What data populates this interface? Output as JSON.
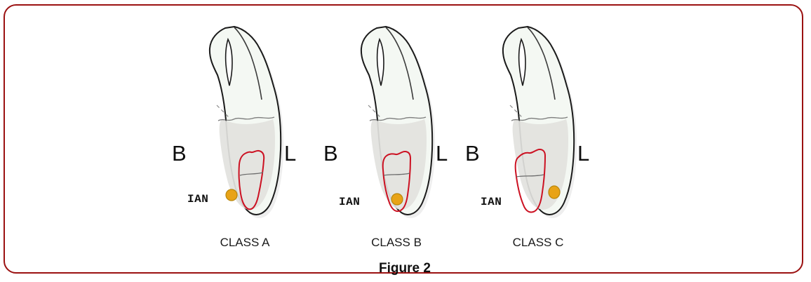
{
  "figure": {
    "caption": "Figure 2",
    "border_color": "#9B1111",
    "background_color": "#FFFFFF"
  },
  "legend": {
    "buccal_label": "B",
    "lingual_label": "L",
    "nerve_label": "IAN"
  },
  "colors": {
    "bone_outline": "#1a1a1a",
    "bone_fill": "#f4f8f3",
    "cancellous_fill": "#e2e2de",
    "root_outline": "#CC1122",
    "nerve_fill": "#E8A317",
    "nerve_outline": "#B8860B",
    "label_text": "#1a1a1a"
  },
  "panels": [
    {
      "id": "class-a",
      "label": "CLASS A",
      "buccal": "B",
      "lingual": "L",
      "nerve_label": "IAN",
      "nerve_position": "buccal-inferior-to-root",
      "root_position": "lingual"
    },
    {
      "id": "class-b",
      "label": "CLASS B",
      "buccal": "B",
      "lingual": "L",
      "nerve_label": "IAN",
      "nerve_position": "directly-inferior-to-root-apex",
      "root_position": "central"
    },
    {
      "id": "class-c",
      "label": "CLASS C",
      "buccal": "B",
      "lingual": "L",
      "nerve_label": "IAN",
      "nerve_position": "lingual-to-root",
      "root_position": "buccal"
    }
  ]
}
